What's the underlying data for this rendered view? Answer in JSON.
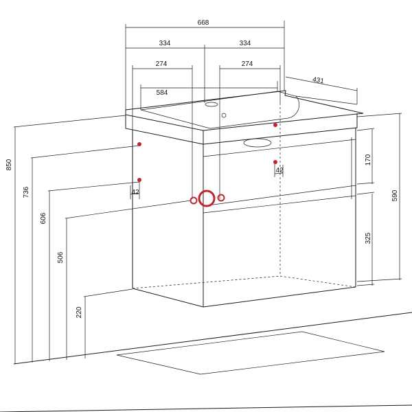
{
  "dimensions": {
    "top_width": "668",
    "half_left": "334",
    "half_right": "334",
    "inner_left": "274",
    "inner_right": "274",
    "basin_width": "584",
    "depth": "431",
    "total_height": "850",
    "height_736": "736",
    "height_606": "606",
    "height_506": "506",
    "height_220": "220",
    "drawer_170": "170",
    "overall_590": "590",
    "drawer_325": "325",
    "offset_left": "42",
    "offset_right": "42"
  },
  "colors": {
    "line": "#1a1a1a",
    "connection_marker": "#c0262c"
  }
}
